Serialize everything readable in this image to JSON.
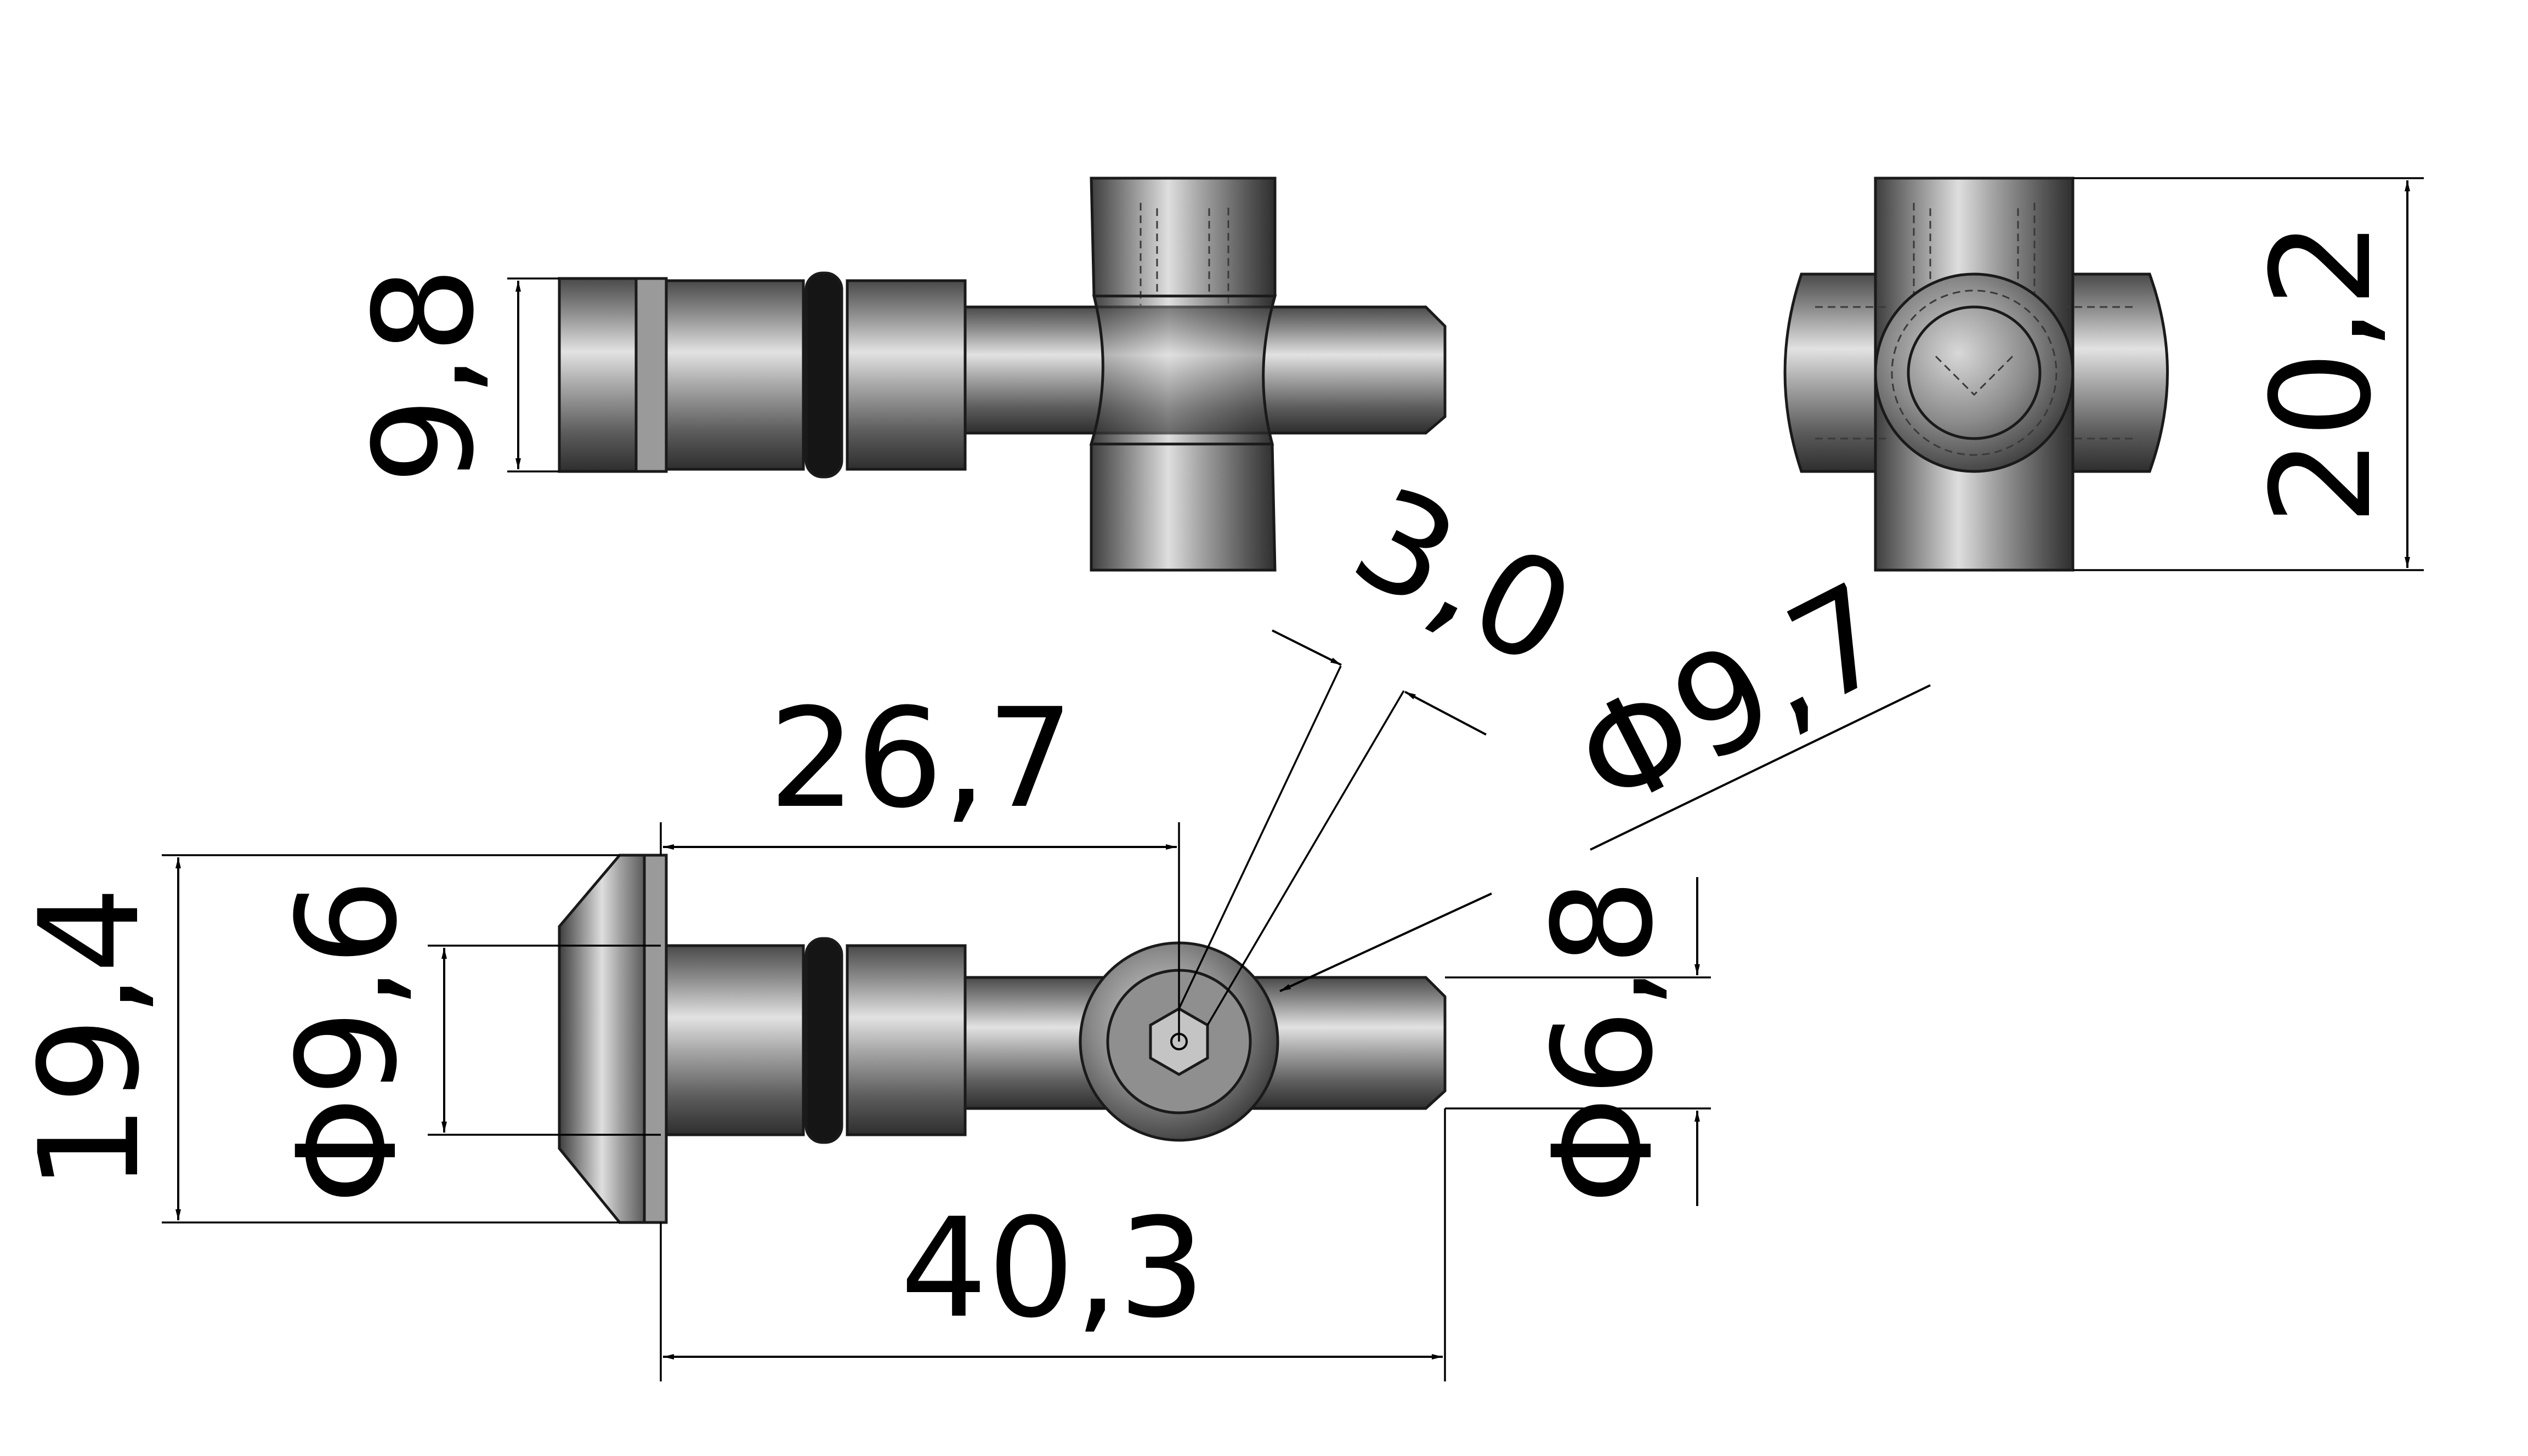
{
  "dimensions": {
    "side_head_height": "9,8",
    "front_total_height": "20,2",
    "bolt_offset": "26,7",
    "hex_key_size": "3,0",
    "sleeve_diameter": "Φ9,7",
    "head_height": "19,4",
    "head_diameter": "Φ9,6",
    "pin_diameter": "Φ6,8",
    "overall_length": "40,3"
  },
  "colors": {
    "line": "#000000",
    "metal_dark": "#3c3c3c",
    "metal_light": "#d6d6d6",
    "oring": "#1a1a1a",
    "background": "#ffffff"
  }
}
